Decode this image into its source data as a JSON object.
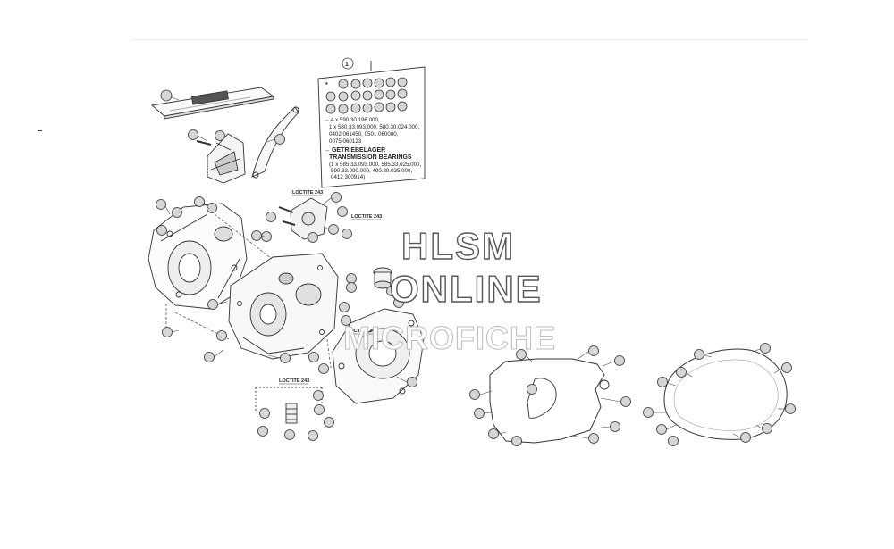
{
  "watermark": {
    "line1": "HLSM",
    "line2": "ONLINE",
    "line3": "MICROFICHE"
  },
  "info_box": {
    "top_callout": "1",
    "star_marker": "*",
    "lines": [
      "→ 4 x 590.30.196.000,",
      "1 x 580.33.093.000, 580.30.024.000,",
      "0402 061450, 0501 060080,",
      "0075 060123",
      "→ GETRIEBELAGER",
      "TRANSMISSION BEARINGS",
      "(1 x 585.33.093.000, 585.33.025.000,",
      "590.33.090.000, 490.30.025.000,",
      "0412 300914)"
    ]
  },
  "loctite_labels": [
    "LOCTITE 243",
    "LOCTITE 243",
    "LOCTITE 243",
    "LOCTITE 243"
  ],
  "icons": {
    "booklet": "manual-booklet-icon",
    "box": "parts-list-box"
  },
  "colors": {
    "line": "#333333",
    "callout_fill": "#d6d6d6",
    "watermark_stroke": "#555555"
  }
}
